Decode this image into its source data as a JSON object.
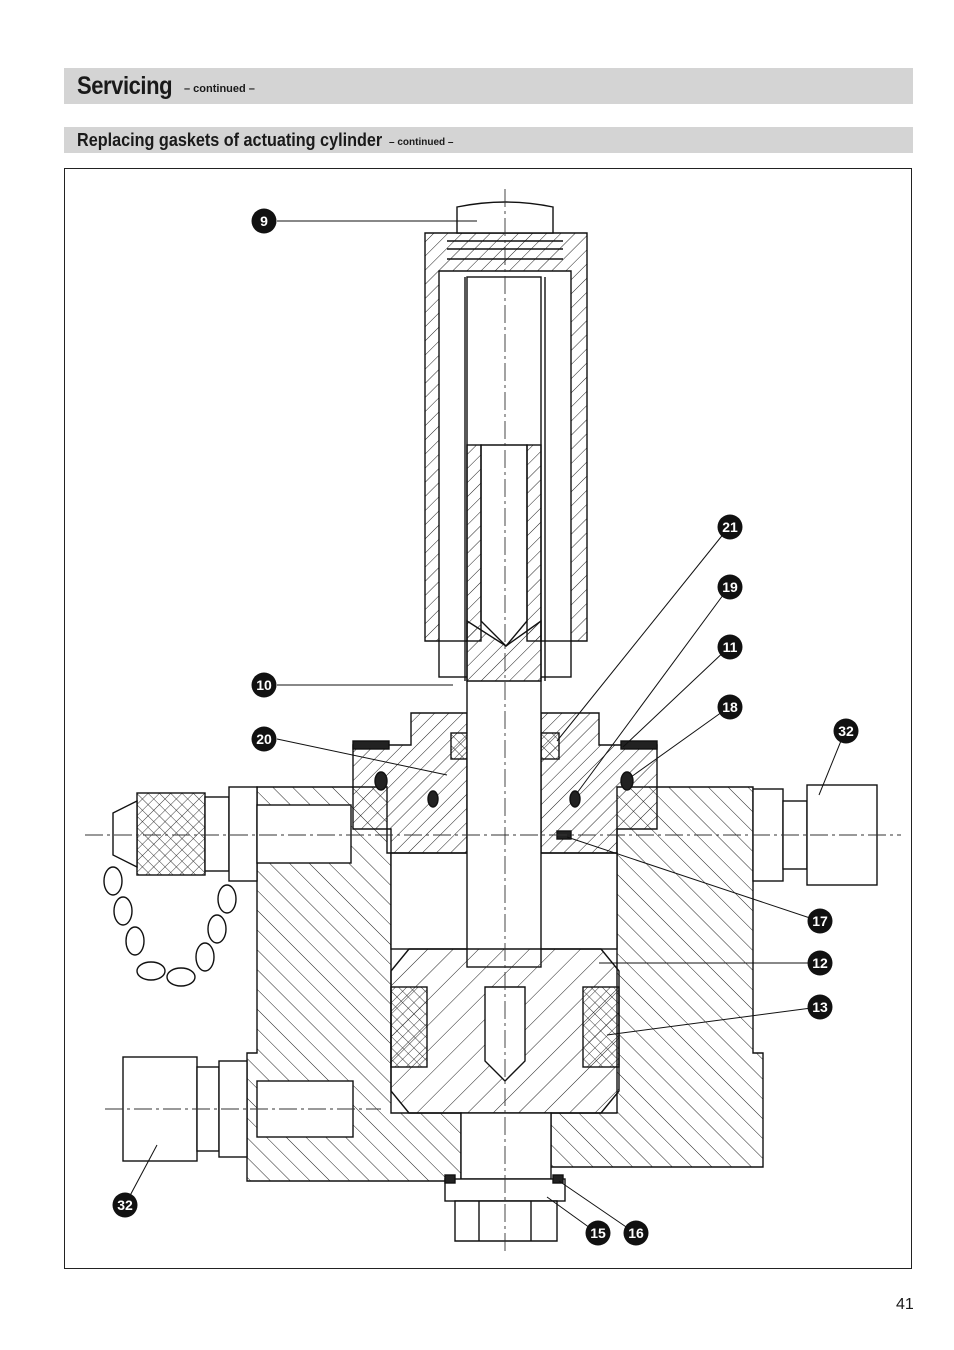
{
  "header": {
    "title": "Servicing",
    "continued": "– continued –"
  },
  "subheader": {
    "title": "Replacing gaskets of actuating cylinder",
    "continued": "– continued –"
  },
  "drawing": {
    "callouts": [
      "9",
      "10",
      "20",
      "21",
      "19",
      "11",
      "18",
      "32",
      "17",
      "12",
      "13",
      "32",
      "15",
      "16"
    ]
  },
  "footer": {
    "page_number": "41"
  }
}
